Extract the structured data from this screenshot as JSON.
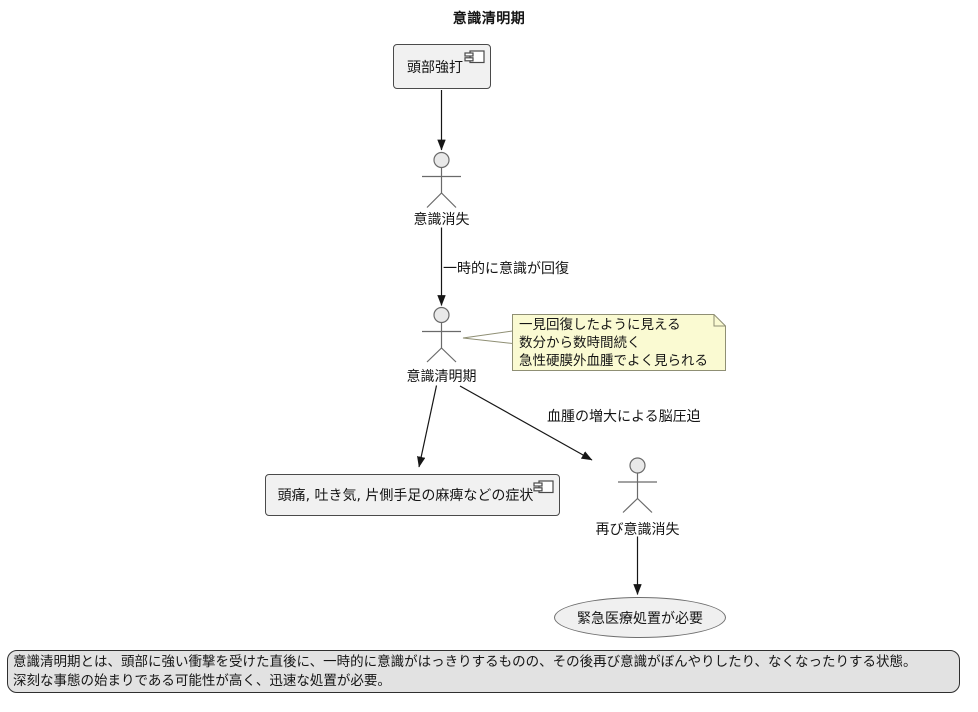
{
  "title": "意識清明期",
  "colors": {
    "note_fill": "#FAFAD2",
    "note_border": "#8F8F74",
    "shape_fill": "#F1F1F1",
    "shape_border": "#4A4A4A",
    "actor_line": "#6A6A6A",
    "arrow_line": "#161616",
    "footer_fill": "#E2E2E2"
  },
  "icons": {
    "component": "component-icon",
    "actor": "stick-figure-icon",
    "note_fold": "folded-corner-icon"
  },
  "nodes": {
    "trigger_box": "頭部強打",
    "actor_unconscious": "意識消失",
    "actor_lucid": "意識清明期",
    "symptoms_box": "頭痛, 吐き気, 片側手足の麻痺などの症状",
    "actor_relapse": "再び意識消失",
    "outcome_usecase": "緊急医療処置が必要"
  },
  "edges": {
    "temporary_recovery": "一時的に意識が回復",
    "hematoma_pressure": "血腫の増大による脳圧迫"
  },
  "note": {
    "lines": [
      "一見回復したように見える",
      "数分から数時間続く",
      "急性硬膜外血腫でよく見られる"
    ]
  },
  "footer": {
    "lines": [
      "意識清明期とは、頭部に強い衝撃を受けた直後に、一時的に意識がはっきりするものの、その後再び意識がぼんやりしたり、なくなったりする状態。",
      "深刻な事態の始まりである可能性が高く、迅速な処置が必要。"
    ]
  }
}
